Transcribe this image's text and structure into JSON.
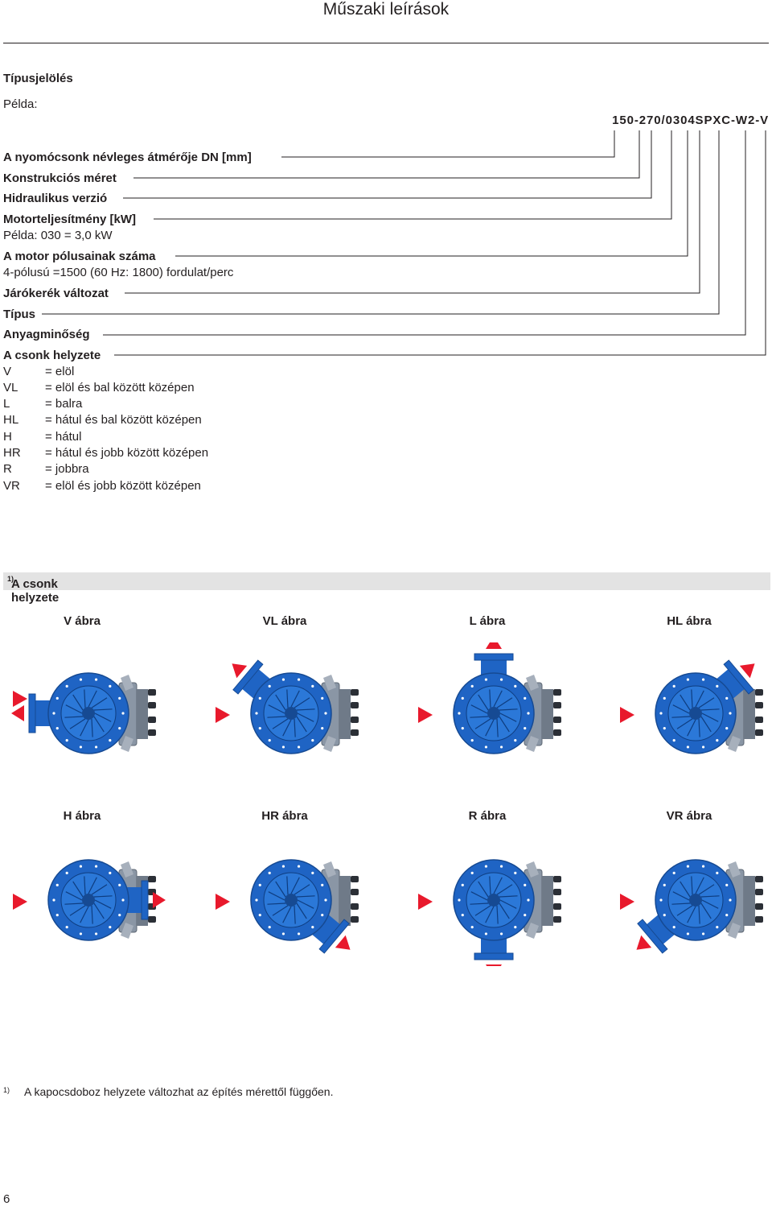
{
  "header": {
    "title": "Műszaki leírások"
  },
  "section": {
    "title": "Típusjelölés",
    "example_label": "Példa:",
    "example_code": "150-270/0304SPXC-W2-V"
  },
  "designation": [
    {
      "text": "A nyomócsonk névleges átmérője DN [mm]",
      "bold": true
    },
    {
      "text": "Konstrukciós méret",
      "bold": true
    },
    {
      "text": "Hidraulikus verzió",
      "bold": true
    },
    {
      "text": "Motorteljesítmény [kW]",
      "bold": true,
      "sub": "Példa: 030 = 3,0 kW"
    },
    {
      "text": "A motor pólusainak száma",
      "bold": true,
      "sub": "4-pólusú =1500 (60 Hz: 1800) fordulat/perc"
    },
    {
      "text": "Járókerék változat",
      "bold": true
    },
    {
      "text": "Típus",
      "bold": true
    },
    {
      "text": "Anyagminőség",
      "bold": true
    },
    {
      "text": "A csonk helyzete",
      "bold": true
    }
  ],
  "positions": [
    {
      "code": "V",
      "desc": "= elöl"
    },
    {
      "code": "VL",
      "desc": "= elöl és bal között középen"
    },
    {
      "code": "L",
      "desc": "= balra"
    },
    {
      "code": "HL",
      "desc": "= hátul és bal között középen"
    },
    {
      "code": "H",
      "desc": "= hátul"
    },
    {
      "code": "HR",
      "desc": "= hátul és jobb között középen"
    },
    {
      "code": "R",
      "desc": "= jobbra"
    },
    {
      "code": "VR",
      "desc": "= elöl és jobb között középen"
    }
  ],
  "figures_section": {
    "title": "A csonk helyzete",
    "footnote_mark": "1)"
  },
  "figures": [
    {
      "label": "V ábra",
      "outlet": "left"
    },
    {
      "label": "VL ábra",
      "outlet": "upper-left"
    },
    {
      "label": "L ábra",
      "outlet": "top"
    },
    {
      "label": "HL ábra",
      "outlet": "upper-right"
    },
    {
      "label": "H ábra",
      "outlet": "right"
    },
    {
      "label": "HR ábra",
      "outlet": "lower-right"
    },
    {
      "label": "R ábra",
      "outlet": "bottom"
    },
    {
      "label": "VR ábra",
      "outlet": "lower-left"
    }
  ],
  "footnote": {
    "mark": "1)",
    "text": "A kapocsdoboz helyzete változhat az építés mérettől függően."
  },
  "page_number": "6",
  "colors": {
    "pump_blue": "#1f64c4",
    "motor_grey": "#8a96a5",
    "arrow_red": "#e8192c"
  }
}
